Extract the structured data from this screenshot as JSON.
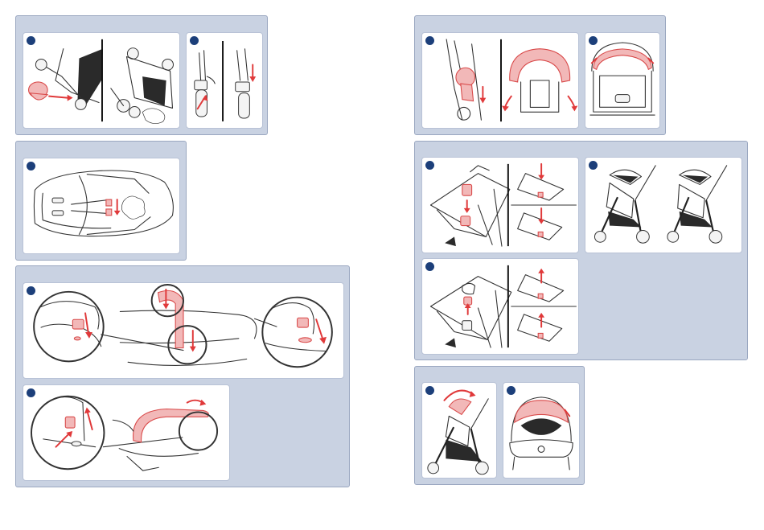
{
  "page": {
    "background": "#ffffff",
    "panel_color": "#c9d2e2",
    "step_dot_color": "#1c3f7a",
    "accent_color": "#e0393a",
    "highlight_color": "#f2b8b8"
  },
  "panels": [
    {
      "name": "fold-wheels-panel",
      "cards": [
        "frame-fold-illustration",
        "wheel-brake-illustration"
      ]
    },
    {
      "name": "seat-harness-panel",
      "cards": [
        "seat-top-view-illustration"
      ]
    },
    {
      "name": "bumper-bar-panel",
      "cards": [
        "bumper-bar-attach-illustration",
        "bumper-bar-remove-illustration"
      ]
    },
    {
      "name": "canopy-panel",
      "cards": [
        "canopy-attach-illustration",
        "canopy-front-illustration"
      ]
    },
    {
      "name": "recline-panel",
      "cards": [
        "recline-upright-illustration",
        "recline-modes-illustration",
        "recline-lower-illustration"
      ]
    },
    {
      "name": "canopy-adjust-panel",
      "cards": [
        "canopy-rotate-illustration",
        "canopy-visor-illustration"
      ]
    }
  ],
  "icons": [
    "step-marker-icon",
    "arrow-down-icon",
    "arrow-up-icon",
    "curved-arrow-icon",
    "magnifier-circle-icon"
  ]
}
